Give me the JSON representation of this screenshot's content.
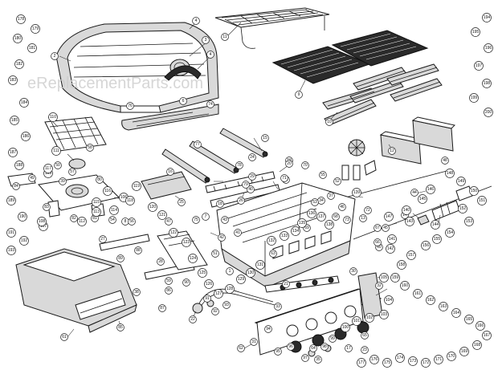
{
  "watermark": "eReplacementParts.com",
  "callouts": [
    {
      "id": "c1",
      "label": "1"
    },
    {
      "id": "c2",
      "label": "2"
    },
    {
      "id": "c3",
      "label": "3"
    },
    {
      "id": "c4",
      "label": "4"
    },
    {
      "id": "c5",
      "label": "4"
    },
    {
      "id": "c6",
      "label": "6"
    },
    {
      "id": "c7",
      "label": "7"
    },
    {
      "id": "c8",
      "label": "8"
    },
    {
      "id": "c9",
      "label": "9"
    },
    {
      "id": "c10",
      "label": "10"
    },
    {
      "id": "c11",
      "label": "11"
    },
    {
      "id": "c12",
      "label": "12"
    },
    {
      "id": "c13",
      "label": "13"
    },
    {
      "id": "c14",
      "label": "14"
    },
    {
      "id": "c15",
      "label": "15"
    },
    {
      "id": "c16",
      "label": "16"
    },
    {
      "id": "c17",
      "label": "17"
    },
    {
      "id": "c18",
      "label": "18"
    },
    {
      "id": "c19",
      "label": "19"
    },
    {
      "id": "c20",
      "label": "20"
    },
    {
      "id": "c21",
      "label": "21"
    },
    {
      "id": "c22",
      "label": "22"
    },
    {
      "id": "c23",
      "label": "23"
    },
    {
      "id": "c24",
      "label": "24"
    },
    {
      "id": "c25",
      "label": "25"
    },
    {
      "id": "c26",
      "label": "26"
    },
    {
      "id": "c27",
      "label": "27"
    },
    {
      "id": "c28",
      "label": "28"
    },
    {
      "id": "c29",
      "label": "29"
    },
    {
      "id": "c30",
      "label": "30"
    },
    {
      "id": "c31",
      "label": "31"
    },
    {
      "id": "c32",
      "label": "32"
    },
    {
      "id": "c33",
      "label": "33"
    },
    {
      "id": "c34",
      "label": "34"
    },
    {
      "id": "c35",
      "label": "35"
    },
    {
      "id": "c36",
      "label": "36"
    },
    {
      "id": "c37",
      "label": "37"
    },
    {
      "id": "c38",
      "label": "38"
    },
    {
      "id": "c39",
      "label": "39"
    },
    {
      "id": "c40",
      "label": "40"
    },
    {
      "id": "c41",
      "label": "41"
    },
    {
      "id": "c42",
      "label": "42"
    },
    {
      "id": "c43",
      "label": "43"
    },
    {
      "id": "c44",
      "label": "44"
    },
    {
      "id": "c45",
      "label": "45"
    },
    {
      "id": "c46",
      "label": "46"
    },
    {
      "id": "c47",
      "label": "47"
    },
    {
      "id": "c48",
      "label": "48"
    },
    {
      "id": "c49",
      "label": "49"
    },
    {
      "id": "c50",
      "label": "50"
    },
    {
      "id": "c51",
      "label": "51"
    },
    {
      "id": "c52",
      "label": "52"
    },
    {
      "id": "c53",
      "label": "53"
    },
    {
      "id": "c54",
      "label": "54"
    },
    {
      "id": "c55",
      "label": "55"
    },
    {
      "id": "c56",
      "label": "56"
    },
    {
      "id": "c57",
      "label": "57"
    },
    {
      "id": "c58",
      "label": "58"
    },
    {
      "id": "c59",
      "label": "59"
    },
    {
      "id": "c60",
      "label": "60"
    },
    {
      "id": "c61",
      "label": "61"
    },
    {
      "id": "c62",
      "label": "62"
    },
    {
      "id": "c63",
      "label": "63"
    },
    {
      "id": "c64",
      "label": "64"
    },
    {
      "id": "c65",
      "label": "65"
    },
    {
      "id": "c66",
      "label": "66"
    },
    {
      "id": "c67",
      "label": "67"
    },
    {
      "id": "c68",
      "label": "68"
    },
    {
      "id": "c69",
      "label": "69"
    },
    {
      "id": "c70",
      "label": "70"
    },
    {
      "id": "c71",
      "label": "71"
    },
    {
      "id": "c72",
      "label": "72"
    },
    {
      "id": "c73",
      "label": "73"
    },
    {
      "id": "c74",
      "label": "74"
    },
    {
      "id": "c75",
      "label": "75"
    },
    {
      "id": "c76",
      "label": "76"
    },
    {
      "id": "c77",
      "label": "77"
    },
    {
      "id": "c78",
      "label": "78"
    },
    {
      "id": "c79",
      "label": "79"
    },
    {
      "id": "c80",
      "label": "80"
    },
    {
      "id": "c81",
      "label": "81"
    },
    {
      "id": "c82",
      "label": "82"
    },
    {
      "id": "c83",
      "label": "83"
    },
    {
      "id": "c84",
      "label": "84"
    },
    {
      "id": "c85",
      "label": "85"
    },
    {
      "id": "c86",
      "label": "86"
    },
    {
      "id": "c87",
      "label": "87"
    },
    {
      "id": "c88",
      "label": "88"
    },
    {
      "id": "c89",
      "label": "89"
    },
    {
      "id": "c90",
      "label": "90"
    },
    {
      "id": "c91",
      "label": "91"
    },
    {
      "id": "c92",
      "label": "92"
    },
    {
      "id": "c93",
      "label": "93"
    },
    {
      "id": "c94",
      "label": "94"
    },
    {
      "id": "c95",
      "label": "95"
    },
    {
      "id": "c96",
      "label": "96"
    },
    {
      "id": "c97",
      "label": "97"
    },
    {
      "id": "c98",
      "label": "98"
    },
    {
      "id": "c99",
      "label": "99"
    },
    {
      "id": "c100",
      "label": "100"
    },
    {
      "id": "c101",
      "label": "101"
    },
    {
      "id": "c102",
      "label": "102"
    },
    {
      "id": "c103",
      "label": "103"
    },
    {
      "id": "c104",
      "label": "104"
    },
    {
      "id": "c105",
      "label": "105"
    },
    {
      "id": "c106",
      "label": "106"
    },
    {
      "id": "c107",
      "label": "107"
    },
    {
      "id": "c108",
      "label": "108"
    },
    {
      "id": "c109",
      "label": "109"
    },
    {
      "id": "c110",
      "label": "110"
    },
    {
      "id": "c111",
      "label": "111"
    },
    {
      "id": "c112",
      "label": "112"
    },
    {
      "id": "c113",
      "label": "113"
    },
    {
      "id": "c114",
      "label": "114"
    },
    {
      "id": "c115",
      "label": "115"
    },
    {
      "id": "c116",
      "label": "116"
    },
    {
      "id": "c117",
      "label": "117"
    },
    {
      "id": "c118",
      "label": "118"
    },
    {
      "id": "c119",
      "label": "119"
    },
    {
      "id": "c120",
      "label": "120"
    },
    {
      "id": "c121",
      "label": "121"
    },
    {
      "id": "c122",
      "label": "122"
    },
    {
      "id": "c123",
      "label": "123"
    },
    {
      "id": "c124",
      "label": "124"
    },
    {
      "id": "c125",
      "label": "125"
    },
    {
      "id": "c126",
      "label": "126"
    },
    {
      "id": "c127",
      "label": "127"
    },
    {
      "id": "c128",
      "label": "128"
    },
    {
      "id": "c129",
      "label": "129"
    },
    {
      "id": "c130",
      "label": "130"
    },
    {
      "id": "c131",
      "label": "131"
    },
    {
      "id": "c132",
      "label": "132"
    },
    {
      "id": "c133",
      "label": "133"
    },
    {
      "id": "c134",
      "label": "134"
    },
    {
      "id": "c135",
      "label": "135"
    },
    {
      "id": "c136",
      "label": "136"
    },
    {
      "id": "c137",
      "label": "137"
    },
    {
      "id": "c138",
      "label": "138"
    },
    {
      "id": "c139",
      "label": "139"
    },
    {
      "id": "c140",
      "label": "140"
    },
    {
      "id": "c141",
      "label": "141"
    },
    {
      "id": "c142",
      "label": "142"
    },
    {
      "id": "c143",
      "label": "143"
    },
    {
      "id": "c144",
      "label": "144"
    },
    {
      "id": "c145",
      "label": "145"
    },
    {
      "id": "c146",
      "label": "146"
    },
    {
      "id": "c147",
      "label": "147"
    },
    {
      "id": "c148",
      "label": "148"
    },
    {
      "id": "c149",
      "label": "149"
    },
    {
      "id": "c150",
      "label": "150"
    },
    {
      "id": "c151",
      "label": "151"
    },
    {
      "id": "c152",
      "label": "152"
    },
    {
      "id": "c153",
      "label": "153"
    },
    {
      "id": "c154",
      "label": "154"
    },
    {
      "id": "c155",
      "label": "155"
    },
    {
      "id": "c156",
      "label": "156"
    },
    {
      "id": "c157",
      "label": "157"
    },
    {
      "id": "c158",
      "label": "158"
    },
    {
      "id": "c159",
      "label": "159"
    },
    {
      "id": "c160",
      "label": "160"
    },
    {
      "id": "c161",
      "label": "161"
    },
    {
      "id": "c162",
      "label": "162"
    },
    {
      "id": "c163",
      "label": "163"
    },
    {
      "id": "c164",
      "label": "164"
    },
    {
      "id": "c165",
      "label": "165"
    },
    {
      "id": "c166",
      "label": "166"
    },
    {
      "id": "c167",
      "label": "167"
    },
    {
      "id": "c168",
      "label": "168"
    },
    {
      "id": "c169",
      "label": "169"
    },
    {
      "id": "c170",
      "label": "170"
    },
    {
      "id": "c171",
      "label": "171"
    },
    {
      "id": "c172",
      "label": "172"
    },
    {
      "id": "c173",
      "label": "173"
    },
    {
      "id": "c174",
      "label": "174"
    },
    {
      "id": "c175",
      "label": "175"
    },
    {
      "id": "c176",
      "label": "176"
    },
    {
      "id": "c177",
      "label": "177"
    },
    {
      "id": "c178",
      "label": "178"
    },
    {
      "id": "c179",
      "label": "179"
    },
    {
      "id": "c180",
      "label": "180"
    },
    {
      "id": "c181",
      "label": "181"
    },
    {
      "id": "c182",
      "label": "182"
    },
    {
      "id": "c183",
      "label": "183"
    },
    {
      "id": "c184",
      "label": "184"
    },
    {
      "id": "c185",
      "label": "185"
    },
    {
      "id": "c186",
      "label": "186"
    },
    {
      "id": "c187",
      "label": "187"
    },
    {
      "id": "c188",
      "label": "188"
    },
    {
      "id": "c189",
      "label": "189"
    },
    {
      "id": "c190",
      "label": "190"
    },
    {
      "id": "c191",
      "label": "191"
    },
    {
      "id": "c192",
      "label": "192"
    },
    {
      "id": "c193",
      "label": "193"
    },
    {
      "id": "c194",
      "label": "194"
    },
    {
      "id": "c195",
      "label": "195"
    },
    {
      "id": "c196",
      "label": "196"
    },
    {
      "id": "c197",
      "label": "197"
    },
    {
      "id": "c198",
      "label": "198"
    },
    {
      "id": "c199",
      "label": "199"
    },
    {
      "id": "c200",
      "label": "200"
    }
  ]
}
